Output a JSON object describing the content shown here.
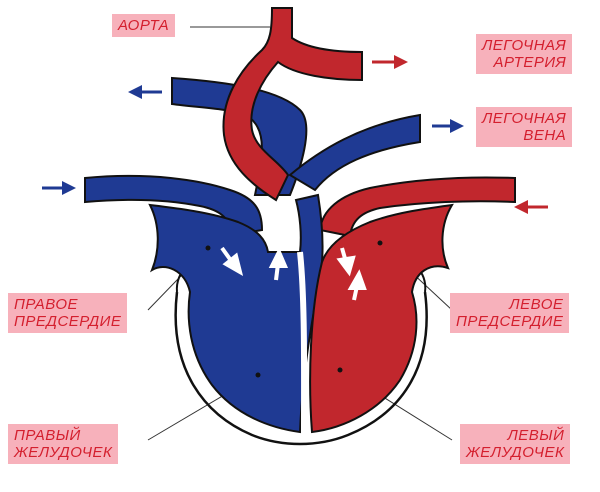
{
  "labels": {
    "aorta": "АОРТА",
    "pulmonary_artery": [
      "ЛЕГОЧНАЯ",
      "АРТЕРИЯ"
    ],
    "pulmonary_vein": [
      "ЛЕГОЧНАЯ",
      "ВЕНА"
    ],
    "right_atrium": [
      "ПРАВОЕ",
      "ПРЕДСЕРДИЕ"
    ],
    "left_atrium": [
      "ЛЕВОЕ",
      "ПРЕДСЕРДИЕ"
    ],
    "right_ventricle": [
      "ПРАВЫЙ",
      "ЖЕЛУДОЧЕК"
    ],
    "left_ventricle": [
      "ЛЕВЫЙ",
      "ЖЕЛУДОЧЕК"
    ]
  },
  "colors": {
    "oxygenated": "#c1272d",
    "deoxygenated": "#1f3a93",
    "label_bg": "#f7b1bb",
    "label_text": "#d41f2e"
  }
}
